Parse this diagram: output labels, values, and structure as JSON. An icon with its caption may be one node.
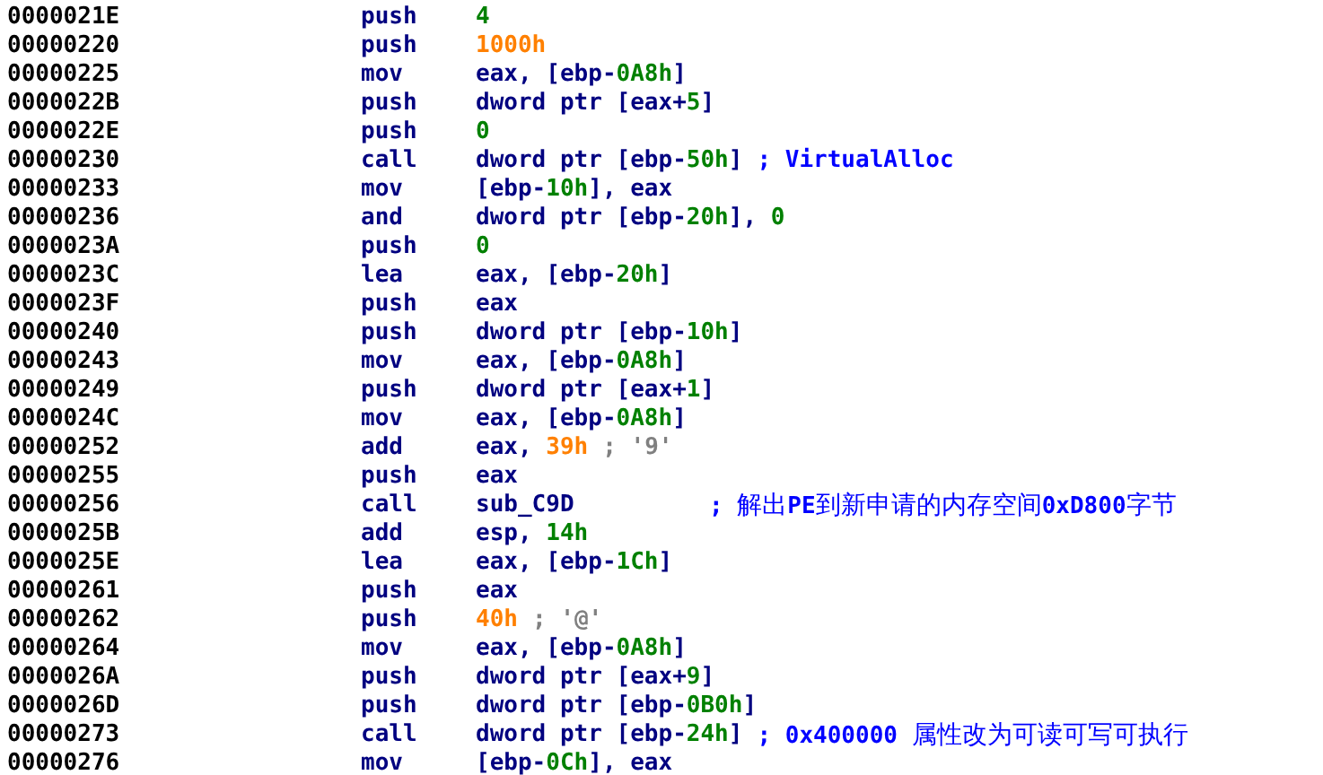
{
  "diagram": {
    "labels": [
      "0000021E",
      "push",
      "4",
      "00000220",
      "push",
      "1000h",
      "00000225",
      "mov",
      "eax, [ebp-0A8h]",
      "0000022B",
      "push",
      "dword ptr [eax+5]",
      "0000022E",
      "push",
      "0",
      "00000230",
      "call",
      "dword ptr [ebp-50h]",
      "; VirtualAlloc",
      "00000233",
      "mov",
      "[ebp-10h], eax",
      "00000236",
      "and",
      "dword ptr [ebp-20h], 0",
      "0000023A",
      "push",
      "0",
      "0000023C",
      "lea",
      "eax, [ebp-20h]",
      "0000023F",
      "push",
      "eax",
      "00000240",
      "push",
      "dword ptr [ebp-10h]",
      "00000243",
      "mov",
      "eax, [ebp-0A8h]",
      "00000249",
      "push",
      "dword ptr [eax+1]",
      "0000024C",
      "mov",
      "eax, [ebp-0A8h]",
      "00000252",
      "add",
      "eax, 39h",
      "; '9'",
      "00000255",
      "push",
      "eax",
      "00000256",
      "call",
      "sub_C9D",
      "; 解出PE到新申请的内存空间0xD800字节",
      "0000025B",
      "add",
      "esp, 14h",
      "0000025E",
      "lea",
      "eax, [ebp-1Ch]",
      "00000261",
      "push",
      "eax",
      "00000262",
      "push",
      "40h",
      "; '@'",
      "00000264",
      "mov",
      "eax, [ebp-0A8h]",
      "0000026A",
      "push",
      "dword ptr [eax+9]",
      "0000026D",
      "push",
      "dword ptr [ebp-0B0h]",
      "00000273",
      "call",
      "dword ptr [ebp-24h]",
      "; 0x400000 属性改为可读可写可执行",
      "00000276",
      "mov",
      "[ebp-0Ch], eax"
    ]
  }
}
